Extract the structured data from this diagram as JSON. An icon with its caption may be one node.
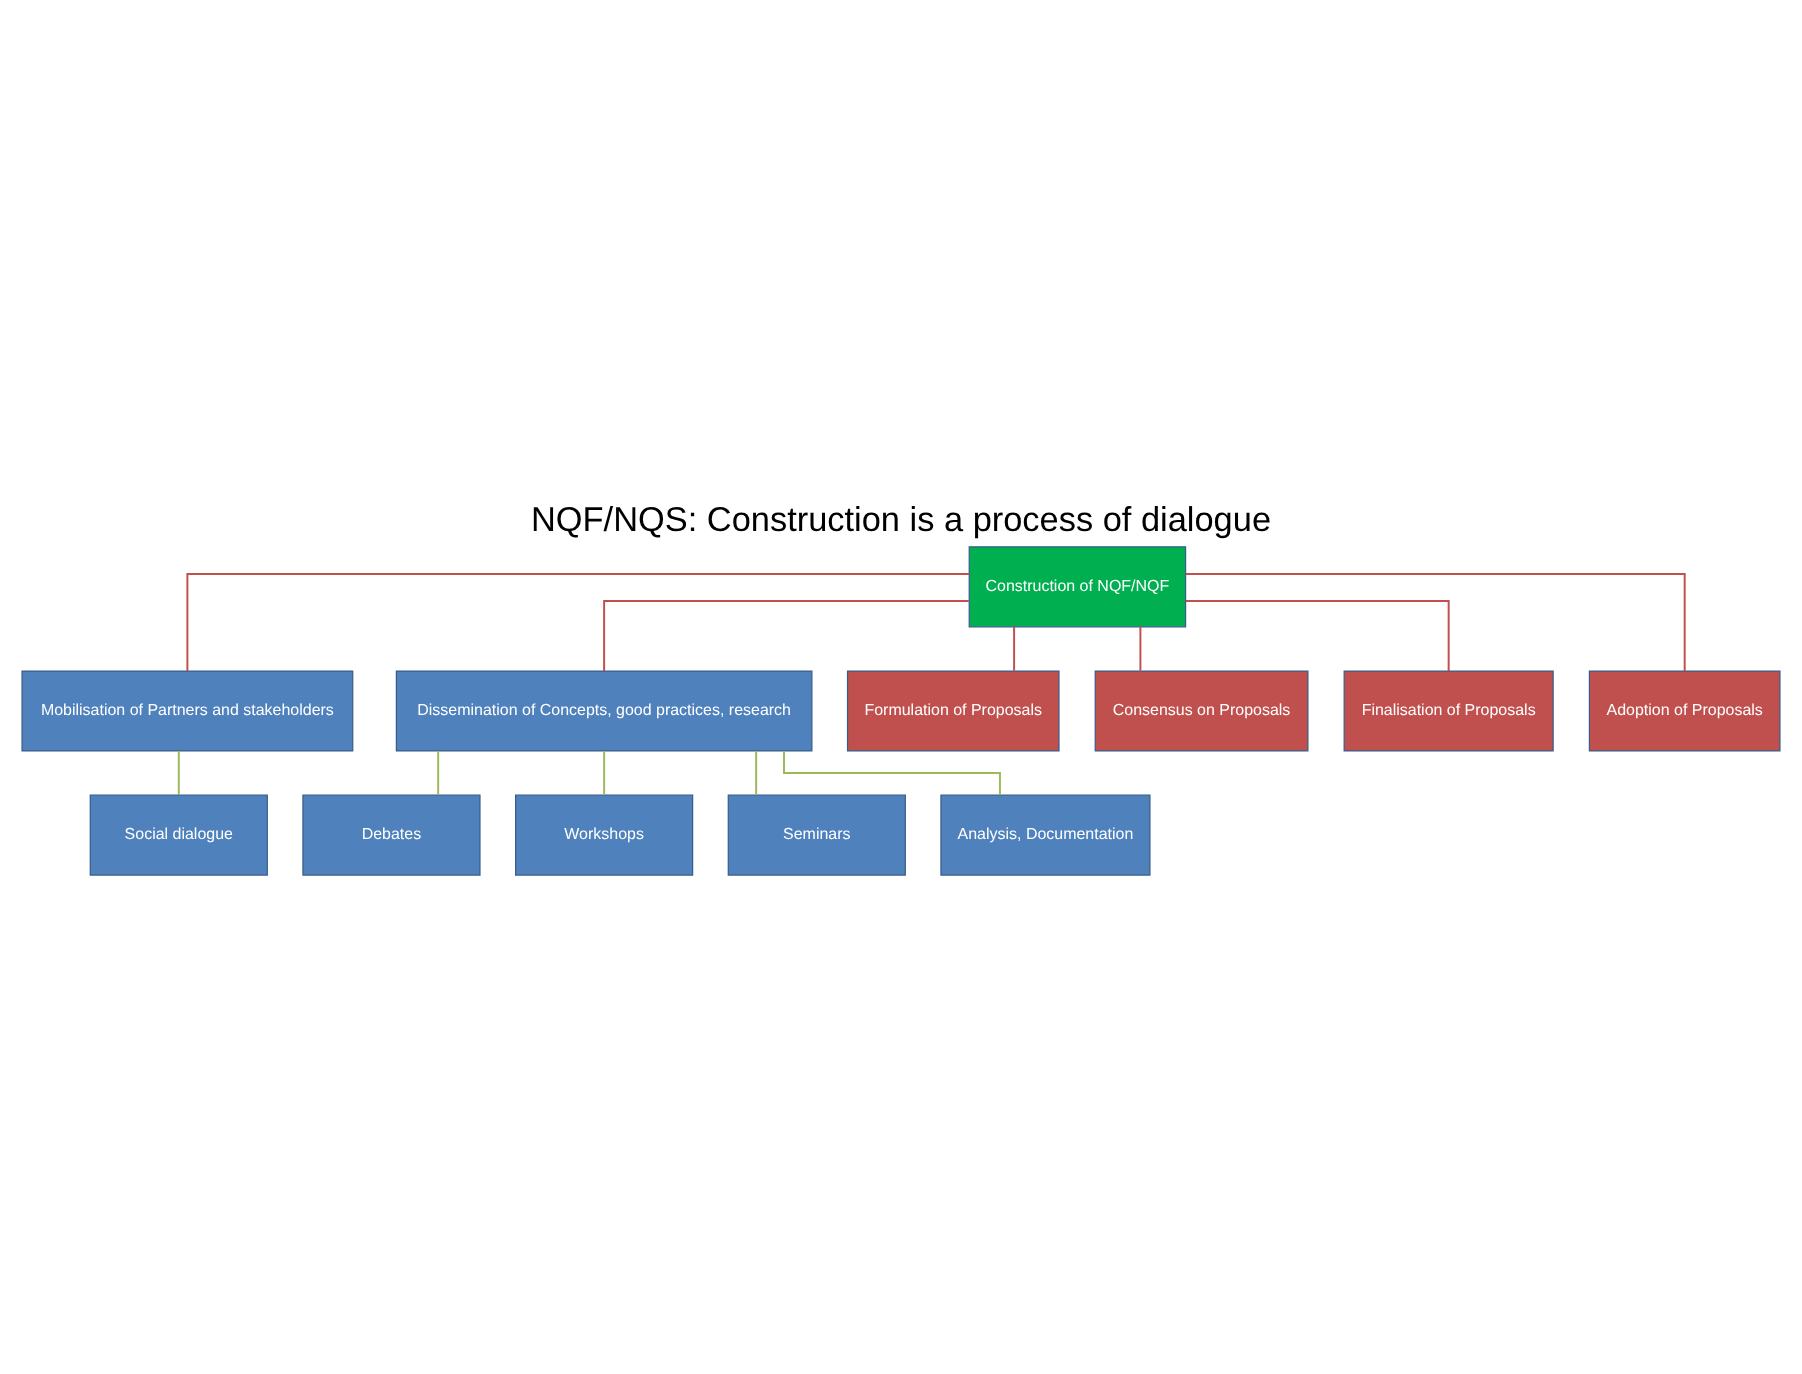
{
  "diagram": {
    "title": "NQF/NQS: Construction is a process of dialogue",
    "nodes": [
      {
        "text": [
          "Construction of NQF/NQF"
        ]
      },
      {
        "text": [
          "Mobilisation of Partners and stakeholders"
        ]
      },
      {
        "text": [
          "Dissemination of Concepts, good practices, research"
        ]
      },
      {
        "text": [
          "Social dialogue"
        ]
      },
      {
        "text": [
          "Debates"
        ]
      },
      {
        "text": [
          "Workshops"
        ]
      },
      {
        "text": [
          "Seminars"
        ]
      },
      {
        "text": [
          "Analysis, Documentation"
        ]
      },
      {
        "text": [
          "Formulation of Proposals"
        ]
      },
      {
        "text": [
          "Consensus on Proposals"
        ]
      },
      {
        "text": [
          "Finalisation of Proposals"
        ]
      },
      {
        "text": [
          "Adoption of Proposals"
        ]
      }
    ],
    "edges": [
      {
        "from": 0,
        "to": 1,
        "arrow": "none"
      },
      {
        "from": 0,
        "to": 2,
        "arrow": "none"
      },
      {
        "from": 1,
        "to": 3,
        "arrow": "none",
        "color": "#9bbb59"
      },
      {
        "from": 2,
        "to": 4,
        "arrow": "none",
        "color": "#9bbb59"
      },
      {
        "from": 2,
        "to": 5,
        "arrow": "none",
        "color": "#9bbb59"
      },
      {
        "from": 2,
        "to": 6,
        "arrow": "none",
        "color": "#9bbb59"
      },
      {
        "from": 2,
        "to": 7,
        "arrow": "none",
        "color": "#9bbb59"
      },
      {
        "from": 0,
        "to": 8,
        "arrow": "none"
      },
      {
        "from": 0,
        "to": 9,
        "arrow": "none"
      },
      {
        "from": 0,
        "to": 10,
        "arrow": "none"
      },
      {
        "from": 0,
        "to": 11,
        "arrow": "none"
      }
    ]
  }
}
